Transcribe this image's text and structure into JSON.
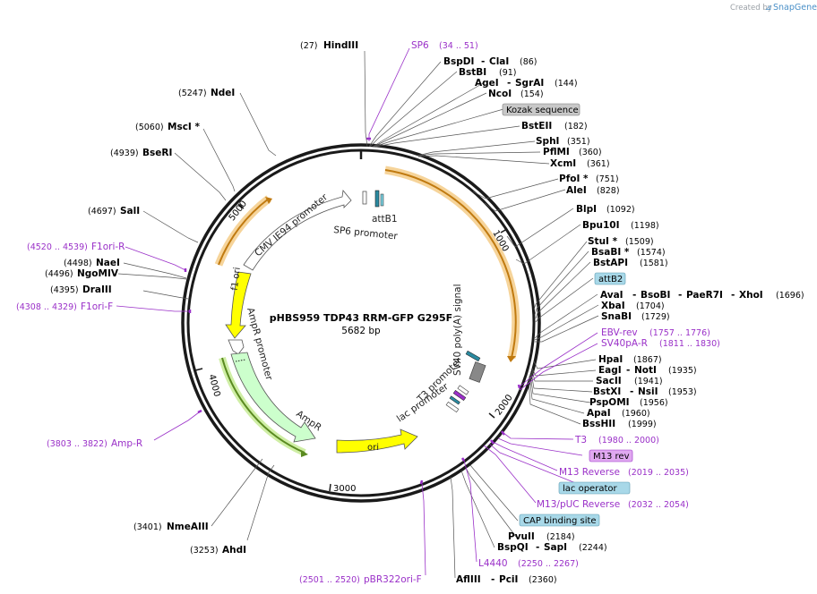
{
  "credit": {
    "text": "Created by",
    "brand": "SnapGene"
  },
  "plasmid": {
    "name": "pHBS959 TDP43 RRM-GFP G295F",
    "size": "5682 bp"
  },
  "ticks": [
    "1000",
    "2000",
    "3000",
    "4000",
    "5000"
  ],
  "features": {
    "sp6_promoter": "SP6 promoter",
    "cmv_promoter": "CMV IE94 promoter",
    "attb1": "attB1",
    "f1_ori": "f1 ori",
    "ampr_promoter": "AmpR promoter",
    "ampr": "AmpR",
    "ori": "ori",
    "lac_promoter": "lac promoter",
    "t3_promoter": "T3 promoter",
    "sv40_polya": "SV40 poly(A) signal"
  },
  "sites": {
    "hindiii": {
      "name": "HindIII",
      "pos": "(27)"
    },
    "sp6": {
      "name": "SP6",
      "range": "(34 .. 51)"
    },
    "bspdi": {
      "name": "BspDI",
      "name2": "ClaI",
      "pos": "(86)"
    },
    "bstbi": {
      "name": "BstBI",
      "pos": "(91)"
    },
    "agei": {
      "name": "AgeI",
      "name2": "SgrAI",
      "pos": "(144)"
    },
    "ncoi": {
      "name": "NcoI",
      "pos": "(154)"
    },
    "kozak": {
      "name": "Kozak sequence"
    },
    "bsteii": {
      "name": "BstEII",
      "pos": "(182)"
    },
    "sphi": {
      "name": "SphI",
      "pos": "(351)"
    },
    "pflmi": {
      "name": "PflMI",
      "pos": "(360)"
    },
    "xcmi": {
      "name": "XcmI",
      "pos": "(361)"
    },
    "pfoi": {
      "name": "PfoI *",
      "pos": "(751)"
    },
    "alei": {
      "name": "AleI",
      "pos": "(828)"
    },
    "blpi": {
      "name": "BlpI",
      "pos": "(1092)"
    },
    "bpu10i": {
      "name": "Bpu10I",
      "pos": "(1198)"
    },
    "stui": {
      "name": "StuI *",
      "pos": "(1509)"
    },
    "bsabi": {
      "name": "BsaBI *",
      "pos": "(1574)"
    },
    "bstapi": {
      "name": "BstAPI",
      "pos": "(1581)"
    },
    "attb2": {
      "name": "attB2"
    },
    "avai": {
      "name": "AvaI",
      "name2": "BsoBI",
      "name3": "PaeR7I",
      "name4": "XhoI",
      "pos": "(1696)"
    },
    "xbai": {
      "name": "XbaI",
      "pos": "(1704)"
    },
    "snabi": {
      "name": "SnaBI",
      "pos": "(1729)"
    },
    "ebvrev": {
      "name": "EBV-rev",
      "range": "(1757 .. 1776)"
    },
    "sv40par": {
      "name": "SV40pA-R",
      "range": "(1811 .. 1830)"
    },
    "hpai": {
      "name": "HpaI",
      "pos": "(1867)"
    },
    "eagi": {
      "name": "EagI",
      "name2": "NotI",
      "pos": "(1935)"
    },
    "saci": {
      "name": "SacII",
      "pos": "(1941)"
    },
    "bstxi": {
      "name": "BstXI",
      "name2": "NsiI",
      "pos": "(1953)"
    },
    "pspomi": {
      "name": "PspOMI",
      "pos": "(1956)"
    },
    "apai": {
      "name": "ApaI",
      "pos": "(1960)"
    },
    "bsshii": {
      "name": "BssHII",
      "pos": "(1999)"
    },
    "t3": {
      "name": "T3",
      "range": "(1980 .. 2000)"
    },
    "m13rev": {
      "name": "M13 rev"
    },
    "m13reverse": {
      "name": "M13 Reverse",
      "range": "(2019 .. 2035)"
    },
    "lacop": {
      "name": "lac operator"
    },
    "m13puc": {
      "name": "M13/pUC Reverse",
      "range": "(2032 .. 2054)"
    },
    "cap": {
      "name": "CAP binding site"
    },
    "pvuii": {
      "name": "PvuII",
      "pos": "(2184)"
    },
    "bspqi": {
      "name": "BspQI",
      "name2": "SapI",
      "pos": "(2244)"
    },
    "l4440": {
      "name": "L4440",
      "range": "(2250 .. 2267)"
    },
    "afliii": {
      "name": "AflIII",
      "name2": "PciI",
      "pos": "(2360)"
    },
    "pbr322": {
      "name": "pBR322ori-F",
      "range": "(2501 .. 2520)"
    },
    "ahdi": {
      "name": "AhdI",
      "pos": "(3253)"
    },
    "nmeaiii": {
      "name": "NmeAIII",
      "pos": "(3401)"
    },
    "ampr_primer": {
      "name": "Amp-R",
      "range": "(3803 .. 3822)"
    },
    "f1orif": {
      "name": "F1ori-F",
      "range": "(4308 .. 4329)"
    },
    "draiii": {
      "name": "DraIII",
      "pos": "(4395)"
    },
    "ngomiv": {
      "name": "NgoMIV",
      "pos": "(4496)"
    },
    "naei": {
      "name": "NaeI",
      "pos": "(4498)"
    },
    "f1orir": {
      "name": "F1ori-R",
      "range": "(4520 .. 4539)"
    },
    "sali": {
      "name": "SalI",
      "pos": "(4697)"
    },
    "bseri": {
      "name": "BseRI",
      "pos": "(4939)"
    },
    "msci": {
      "name": "MscI *",
      "pos": "(5060)"
    },
    "ndei": {
      "name": "NdeI",
      "pos": "(5247)"
    }
  }
}
